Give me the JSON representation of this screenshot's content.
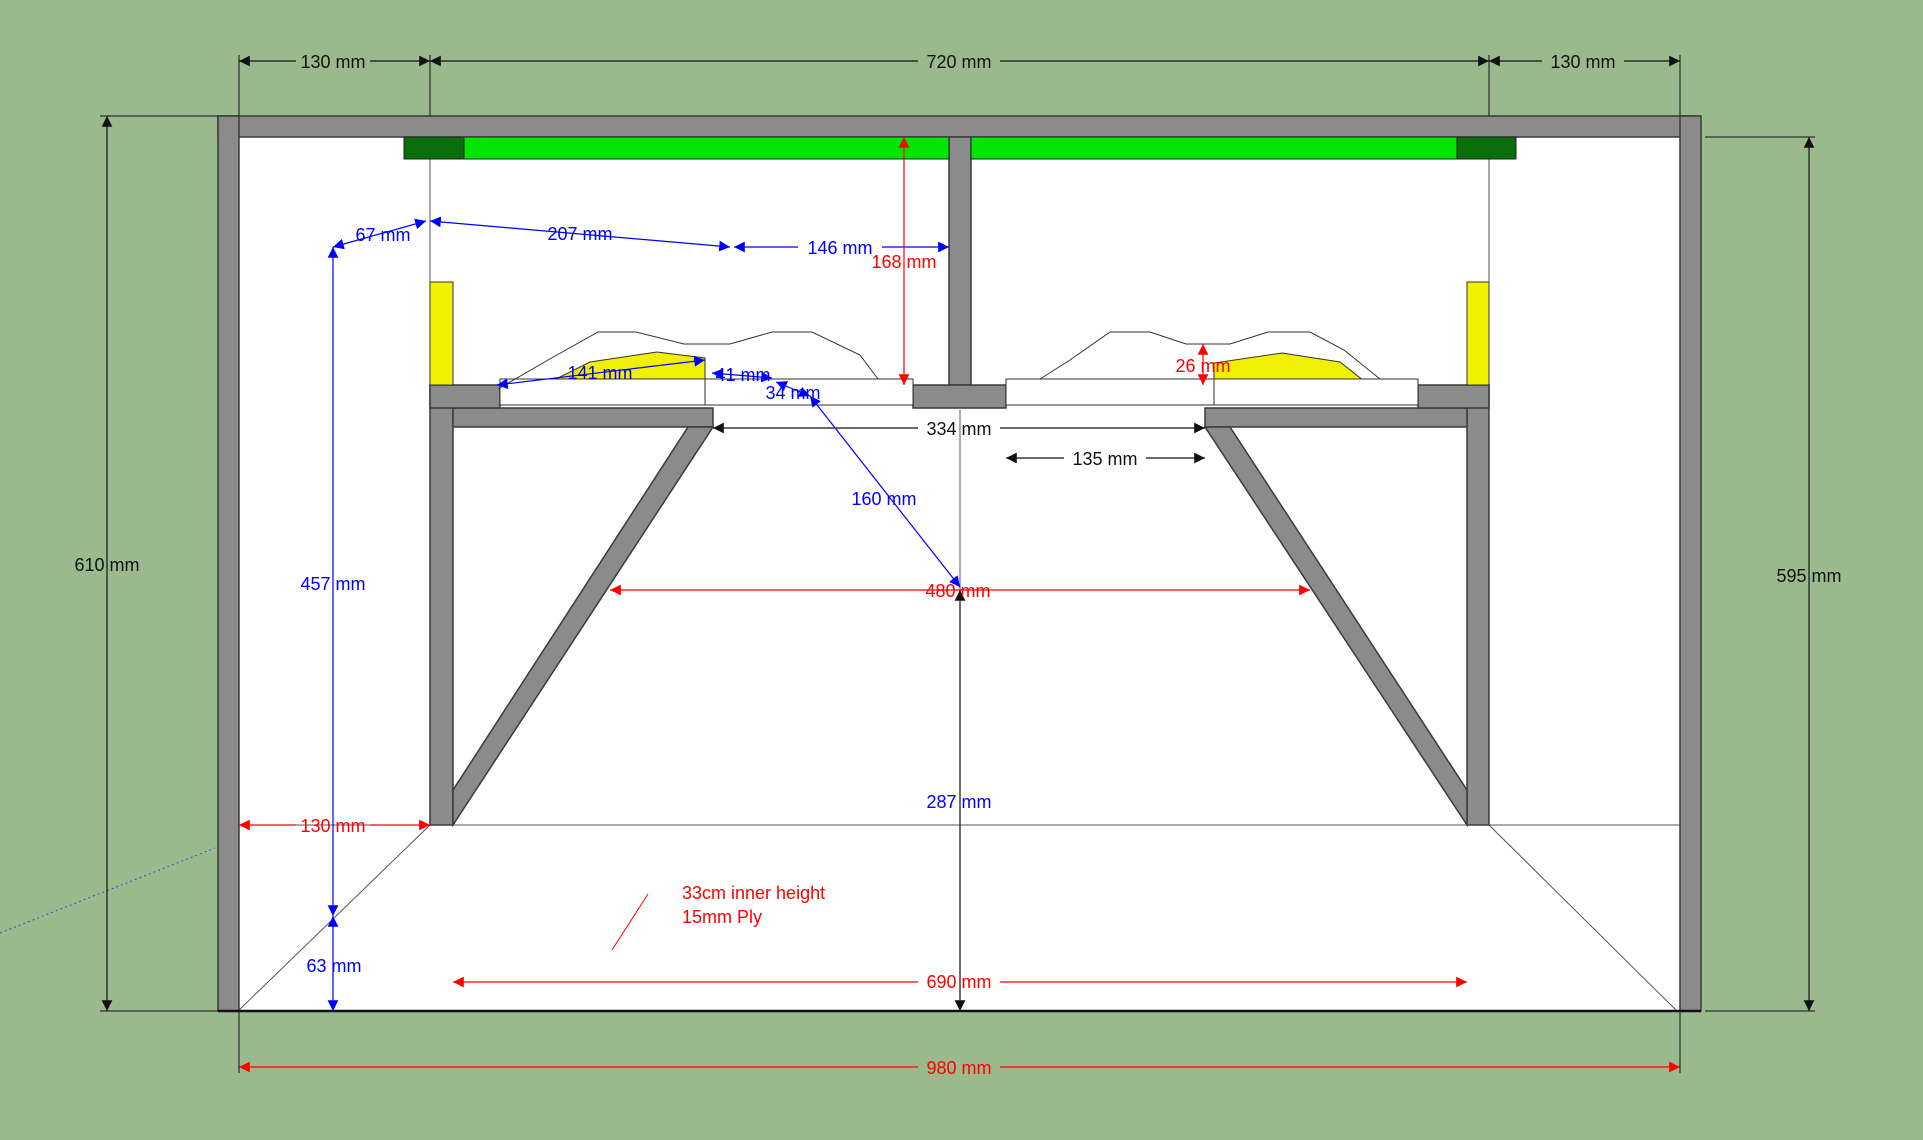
{
  "colors": {
    "background": "#9aba8e",
    "panel_fill": "#8b8b8b",
    "panel_stroke": "#3a3a3a",
    "interior": "#ffffff",
    "bright_green": "#00e600",
    "dark_green": "#0a6e0a",
    "yellow": "#f0f000",
    "black_dim": "#111111",
    "blue_dim": "#0000ff",
    "red_dim": "#ff0000"
  },
  "dimensions": {
    "top_left": "130 mm",
    "top_mid": "720 mm",
    "top_right": "130 mm",
    "height_left": "610 mm",
    "height_right": "595 mm",
    "d67": "67 mm",
    "d207": "207 mm",
    "d146": "146 mm",
    "d168": "168 mm",
    "d457": "457 mm",
    "d141": "141 mm",
    "d41": "41 mm",
    "d34": "34 mm",
    "d26": "26 mm",
    "d334": "334 mm",
    "d135": "135 mm",
    "d160": "160 mm",
    "d480": "480 mm",
    "d287": "287 mm",
    "d130_bottom": "130 mm",
    "d63": "63 mm",
    "d690": "690 mm",
    "d980": "980 mm"
  },
  "note": {
    "line1": "33cm inner height",
    "line2": "15mm Ply"
  }
}
